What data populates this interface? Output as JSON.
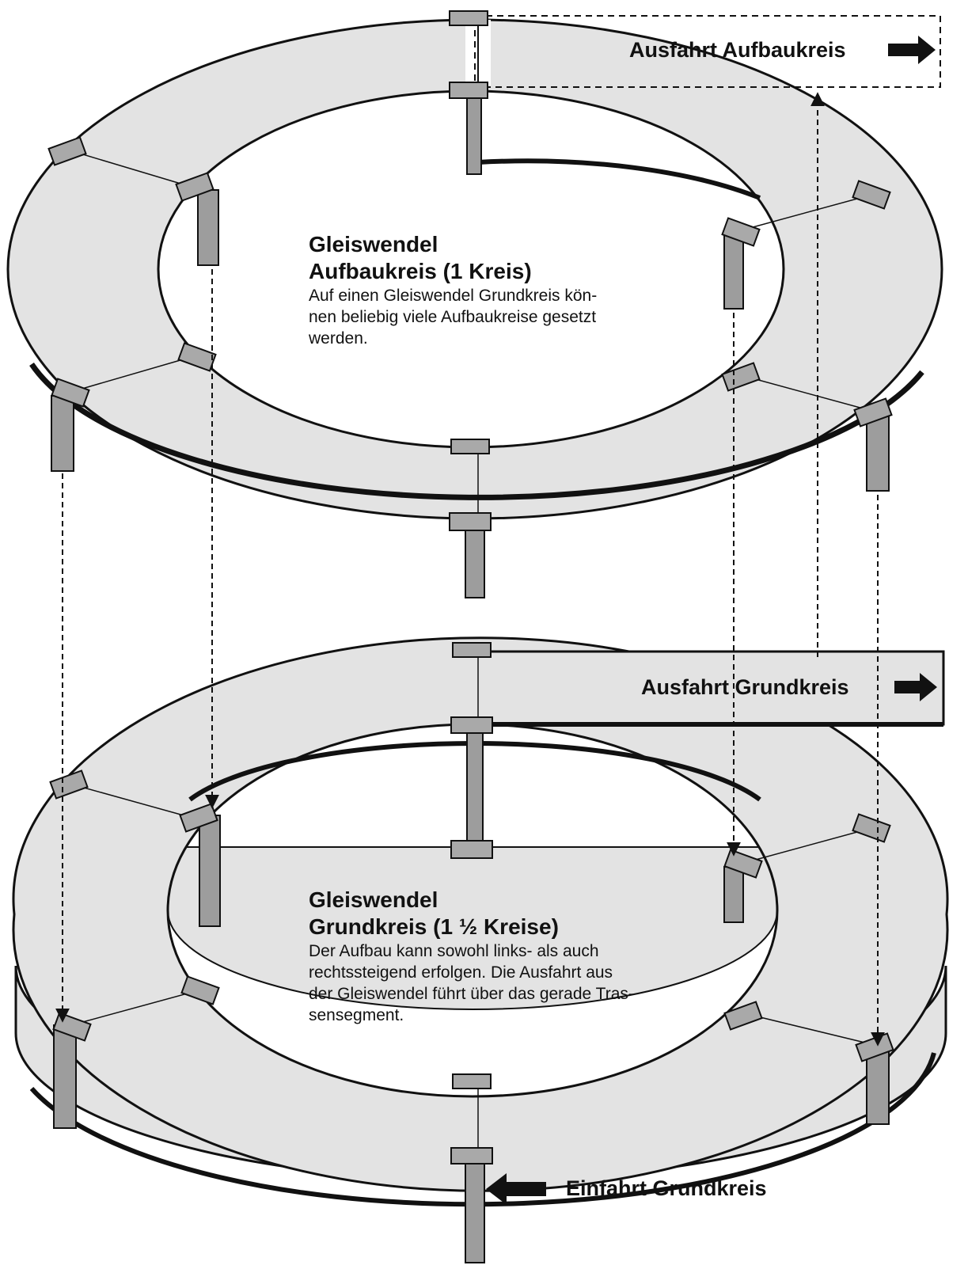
{
  "exits": {
    "upper": "Ausfahrt Aufbaukreis",
    "lower": "Ausfahrt Grundkreis",
    "entry": "Einfahrt Grundkreis"
  },
  "upper_ring": {
    "title_line1": "Gleiswendel",
    "title_line2": "Aufbaukreis (1 Kreis)",
    "desc_line1": "Auf einen Gleiswendel Grundkreis kön-",
    "desc_line2": "nen beliebig viele Aufbaukreise gesetzt",
    "desc_line3": "werden."
  },
  "lower_ring": {
    "title_line1": "Gleiswendel",
    "title_line2": "Grundkreis (1 ½  Kreise)",
    "desc_line1": "Der Aufbau kann sowohl links- als auch",
    "desc_line2": "rechtssteigend erfolgen. Die Ausfahrt aus",
    "desc_line3": "der Gleiswendel führt über das gerade Tras-",
    "desc_line4": "sensegment."
  },
  "colors": {
    "ring_fill": "#e3e3e3",
    "pillar_fill": "#9d9d9d",
    "outline": "#111111"
  }
}
